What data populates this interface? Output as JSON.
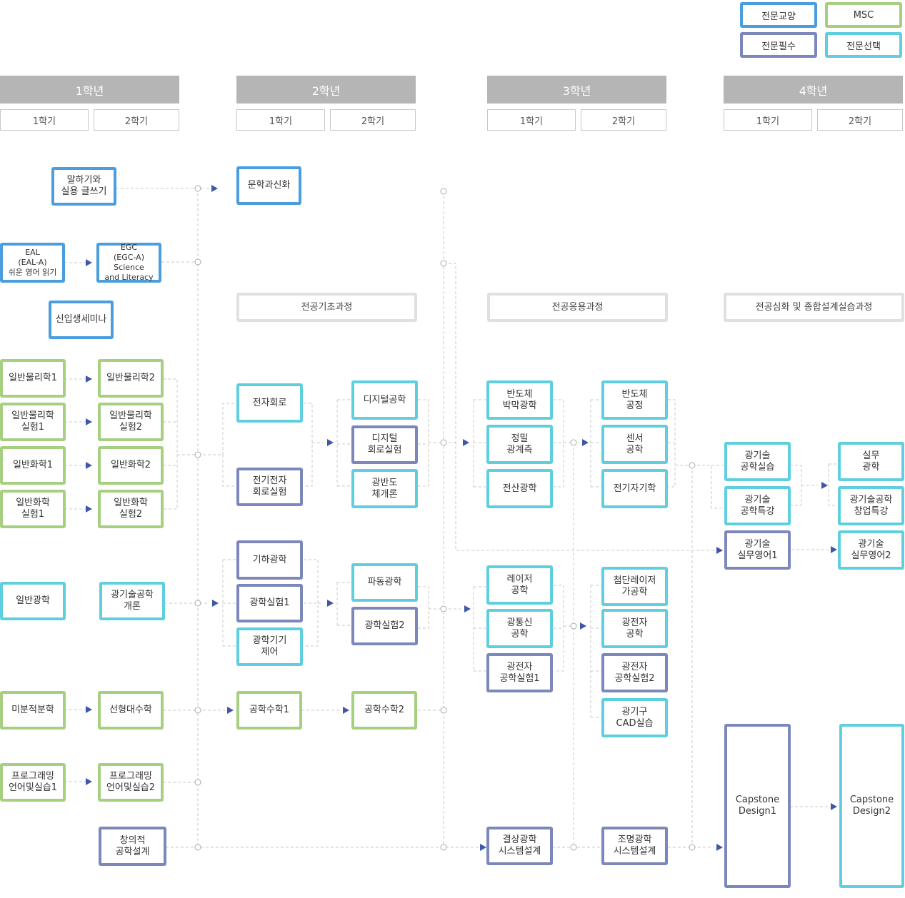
{
  "legend": {
    "general": "전문교양",
    "msc": "MSC",
    "required": "전문필수",
    "elective": "전문선택"
  },
  "colors": {
    "general": "#4a9ee0",
    "msc": "#a6cf80",
    "required": "#7c87bc",
    "elective": "#5fcfe0",
    "year_header": "#b5b5b5",
    "line": "#c8c8c8",
    "arrow": "#3f57a8"
  },
  "years": [
    {
      "label": "1학년",
      "sem1": "1학기",
      "sem2": "2학기"
    },
    {
      "label": "2학년",
      "sem1": "1학기",
      "sem2": "2학기"
    },
    {
      "label": "3학년",
      "sem1": "1학기",
      "sem2": "2학기"
    },
    {
      "label": "4학년",
      "sem1": "1학기",
      "sem2": "2학기"
    }
  ],
  "stages": {
    "basic": "전공기초과정",
    "applied": "전공응용과정",
    "advanced": "전공심화 및 종합설계실습과정"
  },
  "courses": {
    "speaking": "말하기와\n실용 글쓰기",
    "literature": "문학과신화",
    "eal": "EAL\n(EAL-A)\n쉬운 영어 읽기",
    "egc": "EGC\n(EGC-A) Science\nand Literacy",
    "seminar": "신입생세미나",
    "phys1": "일반물리학1",
    "phys2": "일반물리학2",
    "physlab1": "일반물리학\n실험1",
    "physlab2": "일반물리학\n실험2",
    "chem1": "일반화학1",
    "chem2": "일반화학2",
    "chemlab1": "일반화학\n실험1",
    "chemlab2": "일반화학\n실험2",
    "optics": "일반광학",
    "photonics_intro": "광기술공학\n개론",
    "calculus": "미분적분학",
    "linear": "선형대수학",
    "prog1": "프로그래밍\n언어및실습1",
    "prog2": "프로그래밍\n언어및실습2",
    "creative": "창의적\n공학설계",
    "electronic_circuit": "전자회로",
    "circuit_lab": "전기전자\n회로실험",
    "geo_optics": "기하광학",
    "optics_lab1": "광학실험1",
    "optical_instr": "광학기기\n제어",
    "eng_math1": "공학수학1",
    "digital": "디지털공학",
    "digital_lab": "디지털\n회로실험",
    "semi_intro": "광반도\n체개론",
    "wave": "파동광학",
    "optics_lab2": "광학실험2",
    "eng_math2": "공학수학2",
    "thin_film": "반도체\n박막광학",
    "precision": "정밀\n광계측",
    "comp_optics": "전산광학",
    "laser": "레이저\n공학",
    "comm": "광통신\n공학",
    "optoelec_lab1": "광전자\n공학실험1",
    "crystal": "결상광학\n시스템설계",
    "semi_process": "반도체\n공정",
    "sensor": "센서\n공학",
    "em": "전기자기학",
    "adv_laser": "첨단레이저\n가공학",
    "optoelec": "광전자\n공학",
    "optoelec_lab2": "광전자\n공학실험2",
    "optics_cad": "광기구\nCAD실습",
    "lighting": "조명광학\n시스템설계",
    "photonics_lab": "광기술\n공학실습",
    "photonics_topic": "광기술\n공학특강",
    "eng_eng1": "광기술\n실무영어1",
    "practical": "실무\n광학",
    "startup": "광기술공학\n창업특강",
    "eng_eng2": "광기술\n실무영어2",
    "capstone1": "Capstone\nDesign1",
    "capstone2": "Capstone\nDesign2"
  }
}
